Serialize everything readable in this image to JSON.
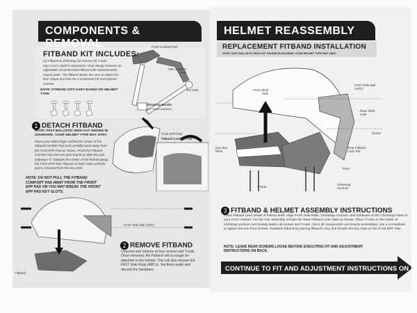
{
  "left_page": {
    "title": "COMPONENTS & REMOVAL",
    "kit": {
      "heading": "FITBAND KIT INCLUDES:",
      "contents": "(1) Fitband & Chinstrap (4) Screws (4) T-nuts",
      "description": "Ops-Core's hybrid suspension / liner design features an adjustable circumferential fitband with repositionable impact pads. The fitband allows the user to adjust the liner shape and size for a customized fit and optimal comfort.",
      "note": "NOTE: FITBAND KITS VARY BASED ON HELMET TYPE.",
      "labels": {
        "front_comfort_pad": "Front Comfort Pad",
        "side_comfort_pad": "Side Comfort Pad",
        "occ_dial": "Occ Dial",
        "chinstrap_buckle": "Chinstrap Buckle",
        "chinstrap_buckle_note": "(L4S Version Available)"
      }
    },
    "step1": {
      "number": "1",
      "heading": "DETACH FITBAND",
      "note": "NOTE: FAST BALLISTIC HIGH CUT SHOWN IN DIAGRAMS. YOUR HELMET TYPE MAY VARY.",
      "body": "Place your index finger behind the center of the Fitband Comfort Pad and carefully bend away from the Front EPP Pad as shown. Pinch the Fitband Comfort Pad and use your thumb to slide the pad sideways ½\" towards the center of the helmet along the Front EPP Pad. Repeat on both sides until the pad is released from the key slots.",
      "warning": "NOTE: DO NOT PULL THE FITBAND COMFORT PAD AWAY FROM THE FRONT EPP PAD OR YOU MAY BREAK THE FRONT EPP PAD KEY SLOTS.",
      "labels": {
        "front_epp_pad": "Front EPP Pad",
        "fitband_comfort_pad": "Fitband Comfort Pad"
      }
    },
    "step2": {
      "number": "2",
      "heading": "REMOVE FITBAND",
      "body": "Unscrew and remove all four screws and T-nuts. Once removed, the Fitband will no longer be attached to the helmet. This will also release the FAST Side Rails (ARCs). Set them aside and discard the hardware.",
      "labels": {
        "side_rail": "FAST Side Rail (ARC)",
        "fitband": "Fitband"
      }
    }
  },
  "right_page": {
    "title": "HELMET REASSEMBLY",
    "section": {
      "heading": "REPLACEMENT FITBAND INSTALLATION",
      "note": "NOTE: FAST BALLISTIC HIGH CUT SHOWN IN DIAGRAM. YOUR HELMET TYPE MAY VARY."
    },
    "labels": {
      "front_shell_hole": "Front Shell Hole",
      "side_rail": "FAST Side Rail (ARC)",
      "rear_shell_hole": "Rear Shell Hole",
      "screw": "Screw",
      "key_slot_rivet": "Key Slot Rivet",
      "rear_fitband_liner_tab": "Rear Fitband Liner Tab",
      "t_nut": "T-Nut",
      "t_nuts": "T-Nuts",
      "chinstrap_anchors": "Chinstrap Anchors"
    },
    "step3": {
      "number": "3",
      "heading": "FITBAND & HELMET ASSEMBLY INSTRUCTIONS",
      "body": "Place Fitband Liner inside of helmet shell. Align FAST Side Rails, Chinstrap Anchors, and hardware to the Chinstrap Holes in your FAST Helmet. For the rear assembly include the Rear Fitband Liner Tabs as shown. Place T-nuts on the inside of chinstrap anchors and loosely fasten all screws and T-nuts. Once all components are loosely assembled, use a screwdriver to tighten the two front screws. Reattach fitband by placing fitband's Key Slot Rivets into key slots on the Front EPP Pad.",
      "note": "NOTE: LEAVE REAR SCREWS LOOSE BEFORE EXECUTING FIT AND ADJUSTMENT INSTRUCTIONS ON BACK."
    },
    "continue_banner": "CONTINUE TO FIT AND ADJUSTMENT INSTRUCTIONS ON BACK"
  },
  "colors": {
    "banner": "#1e1e1e",
    "pad_gray": "#6d6d70",
    "page": "#e6e6e8"
  }
}
